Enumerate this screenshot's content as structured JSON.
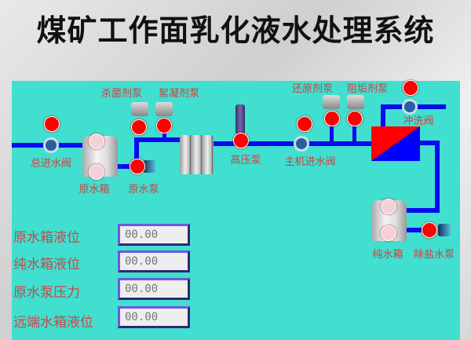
{
  "title": "煤矿工作面乳化液水处理系统",
  "equipment": {
    "main_inlet_valve": "总进水阀",
    "raw_tank": "原水箱",
    "raw_pump": "原水泵",
    "bactericide_pump": "杀菌剂泵",
    "flocculant_pump": "絮凝剂泵",
    "high_pressure_pump": "高压泵",
    "host_inlet_valve": "主机进水阀",
    "reductant_pump": "还原剂泵",
    "scale_inhibitor_pump": "阻垢剂泵",
    "flush_valve": "冲洗阀",
    "pure_tank": "纯水箱",
    "desalt_pump": "除盐水泵"
  },
  "readings": [
    {
      "label": "原水箱液位",
      "value": "00.00"
    },
    {
      "label": "纯水箱液位",
      "value": "00.00"
    },
    {
      "label": "原水泵压力",
      "value": "00.00"
    },
    {
      "label": "远端水箱液位",
      "value": "00.00"
    }
  ],
  "colors": {
    "panel": "#40DFD0",
    "pipe": "#0A0AF0",
    "status_off": "#FF0000",
    "label": "#D04040"
  }
}
